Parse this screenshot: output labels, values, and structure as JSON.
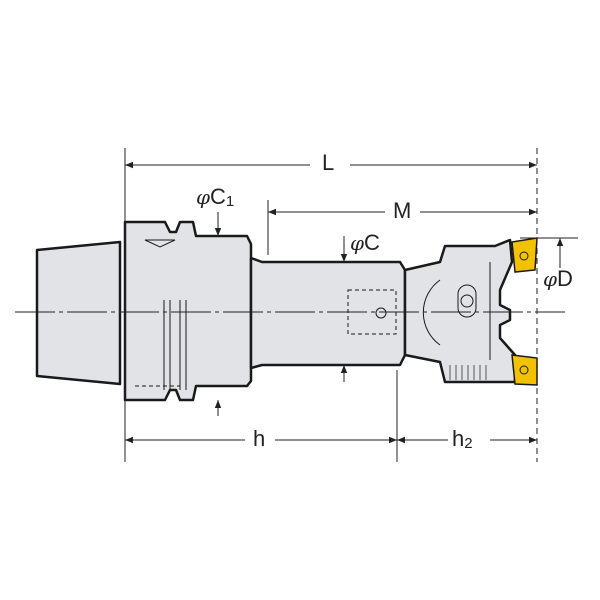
{
  "dimensions": {
    "L": "L",
    "M": "M",
    "h": "h",
    "h2_base": "h",
    "h2_sub": "2",
    "phi": "φ",
    "C1_base": "C",
    "C1_sub": "1",
    "C": "C",
    "D": "D"
  },
  "colors": {
    "body": "#e1e3e6",
    "outline": "#1a1a1a",
    "insert": "#f2c200"
  }
}
